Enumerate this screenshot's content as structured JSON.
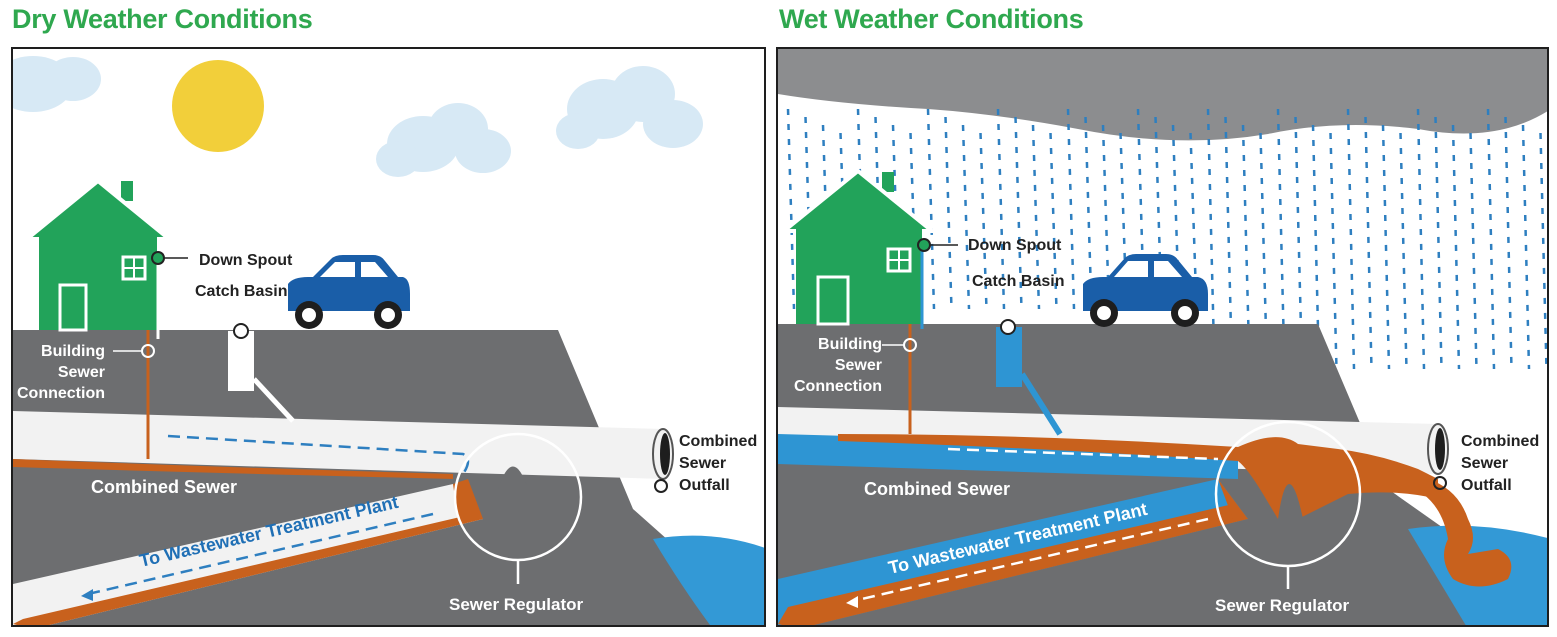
{
  "panels": {
    "dry": {
      "title": "Dry Weather Conditions",
      "labels": {
        "down_spout": "Down Spout",
        "catch_basin": "Catch Basin",
        "building_sewer": [
          "Building",
          "Sewer",
          "Connection"
        ],
        "combined_sewer": "Combined Sewer",
        "outfall": [
          "Combined",
          "Sewer",
          "Outfall"
        ],
        "to_plant": "To Wastewater Treatment Plant",
        "regulator": "Sewer Regulator"
      }
    },
    "wet": {
      "title": "Wet Weather Conditions",
      "labels": {
        "down_spout": "Down Spout",
        "catch_basin": "Catch Basin",
        "building_sewer": [
          "Building",
          "Sewer",
          "Connection"
        ],
        "combined_sewer": "Combined Sewer",
        "outfall": [
          "Combined",
          "Sewer",
          "Outfall"
        ],
        "to_plant": "To Wastewater Treatment Plant",
        "regulator": "Sewer Regulator"
      }
    }
  },
  "colors": {
    "title_green": "#2fa84f",
    "house_green": "#22a35a",
    "ground_gray": "#6d6e70",
    "pipe_white": "#f2f2f2",
    "sewage_orange": "#c8611d",
    "water_blue": "#2e95d3",
    "car_blue": "#1a5ea8",
    "sun_yellow": "#f2cf3a",
    "cloud_blue": "#d7e9f5",
    "storm_gray": "#8c8d8f"
  }
}
